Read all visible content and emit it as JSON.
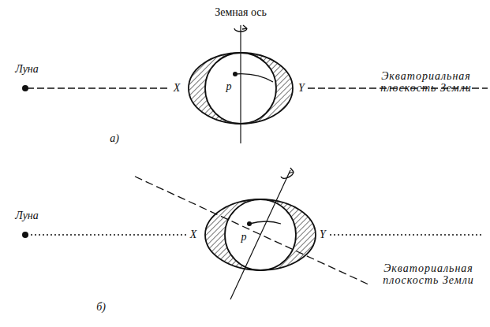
{
  "diagram": {
    "labels": [
      "Земная ось",
      "Луна",
      "X",
      "p",
      "Y",
      "Экваториальная плоскость Земли",
      "а)",
      "Луна",
      "X",
      "p",
      "Y",
      "Экваториальная плоскость Земли",
      "б)"
    ]
  }
}
